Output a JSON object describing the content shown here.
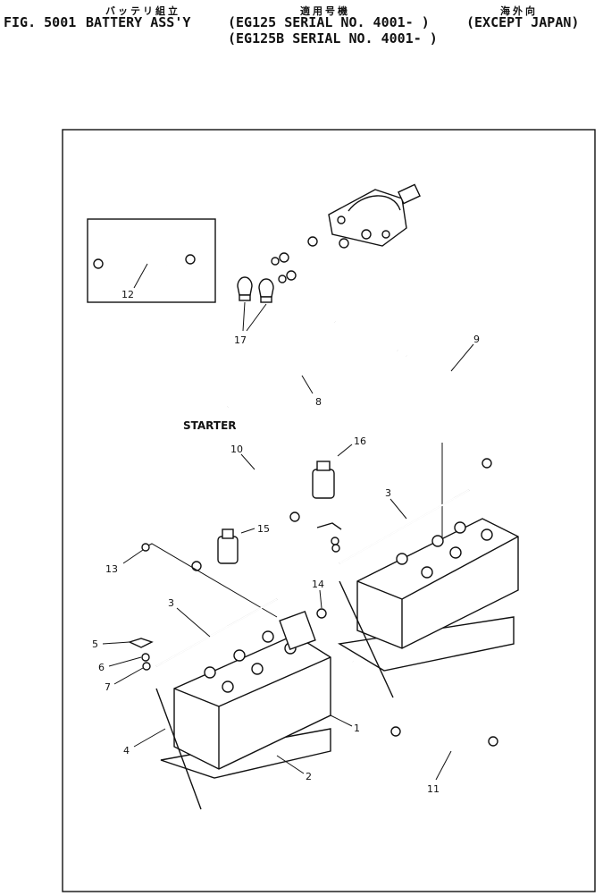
{
  "header": {
    "fig": "FIG. 5001",
    "title": "BATTERY ASS'Y",
    "title_jp": "バッテリ組立",
    "applicability_jp": "適用号機",
    "model1": "(EG125  SERIAL NO. 4001- )",
    "model2": "(EG125B SERIAL NO. 4001- )",
    "region_jp": "海外向",
    "region": "(EXCEPT JAPAN)"
  },
  "diagram": {
    "starter_label": "STARTER",
    "callouts": [
      "1",
      "2",
      "3",
      "3",
      "4",
      "5",
      "6",
      "7",
      "8",
      "9",
      "10",
      "11",
      "12",
      "13",
      "14",
      "15",
      "16",
      "17"
    ]
  }
}
